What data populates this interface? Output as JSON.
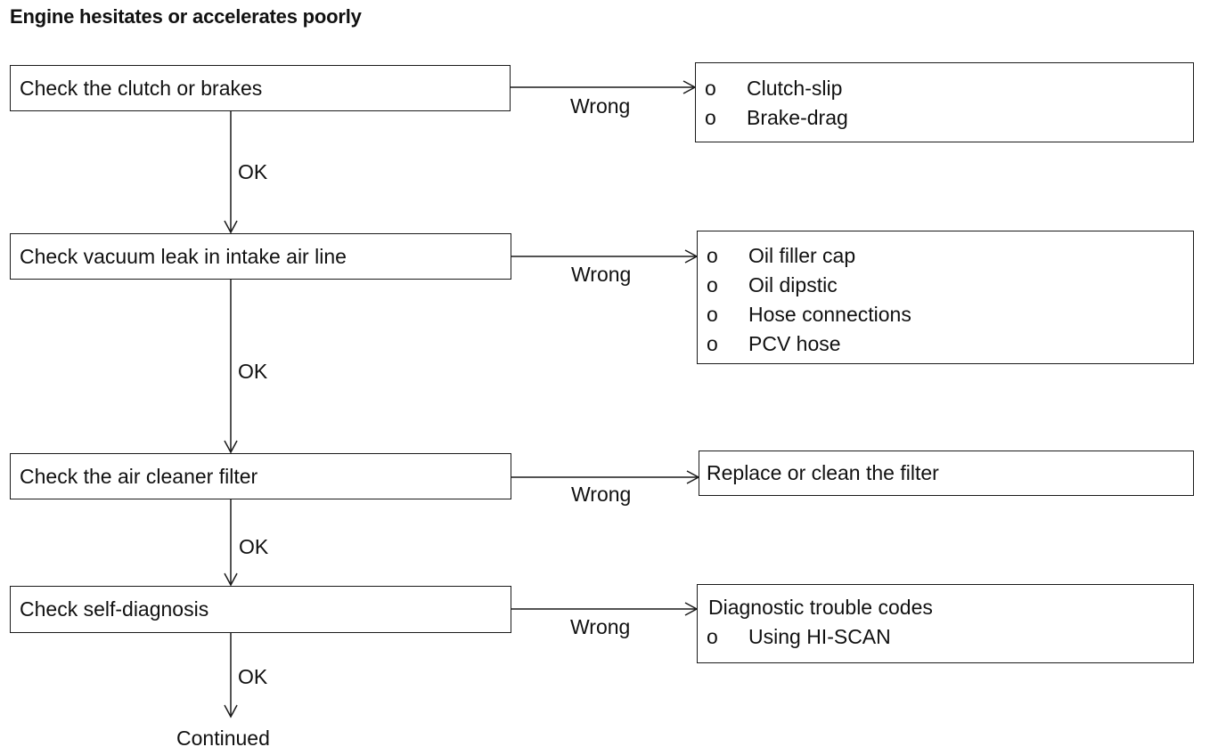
{
  "title": "Engine hesitates or accelerates poorly",
  "steps": [
    {
      "check": "Check the clutch or brakes",
      "wrong_label": "Wrong",
      "ok_label": "OK",
      "result": {
        "heading": "",
        "items": [
          "Clutch-slip",
          "Brake-drag"
        ]
      }
    },
    {
      "check": "Check vacuum leak in intake air line",
      "wrong_label": "Wrong",
      "ok_label": "OK",
      "result": {
        "heading": "",
        "items": [
          "Oil filler cap",
          "Oil dipstic",
          "Hose connections",
          "PCV hose"
        ]
      }
    },
    {
      "check": "Check the air cleaner filter",
      "wrong_label": "Wrong",
      "ok_label": "OK",
      "result": {
        "heading": "Replace or clean the filter",
        "items": []
      }
    },
    {
      "check": "Check self-diagnosis",
      "wrong_label": "Wrong",
      "ok_label": "OK",
      "result": {
        "heading": "Diagnostic trouble codes",
        "items": [
          "Using HI-SCAN"
        ]
      }
    }
  ],
  "bullet_marker": "o",
  "end_label": "Continued"
}
